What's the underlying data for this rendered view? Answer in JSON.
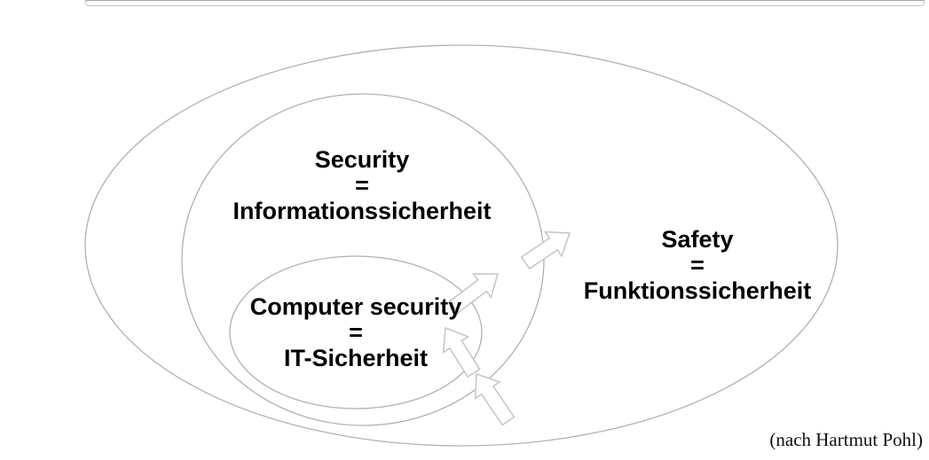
{
  "diagram": {
    "labels": {
      "security": {
        "lines": [
          "Security",
          "=",
          "Informationssicherheit"
        ]
      },
      "computer_security": {
        "lines": [
          "Computer security",
          "=",
          "IT-Sicherheit"
        ]
      },
      "safety": {
        "lines": [
          "Safety",
          "=",
          "Funktionssicherheit"
        ]
      }
    },
    "attribution": "(nach Hartmut Pohl)",
    "icons": {
      "arrows": [
        {
          "name": "block-arrow-bottom-outer",
          "direction": "up-left"
        },
        {
          "name": "block-arrow-bottom-inner",
          "direction": "up-left"
        },
        {
          "name": "block-arrow-top-inner",
          "direction": "up-right"
        },
        {
          "name": "block-arrow-top-outer",
          "direction": "up-right"
        }
      ]
    }
  },
  "colors": {
    "background": "#ffffff",
    "ellipse_stroke": "#b1b1b1",
    "arrow_stroke": "#c7c7c7",
    "arrow_fill": "#ffffff",
    "label_text": "#000000",
    "attribution_text": "#111111",
    "top_bar_border": "#c6c6c6"
  }
}
